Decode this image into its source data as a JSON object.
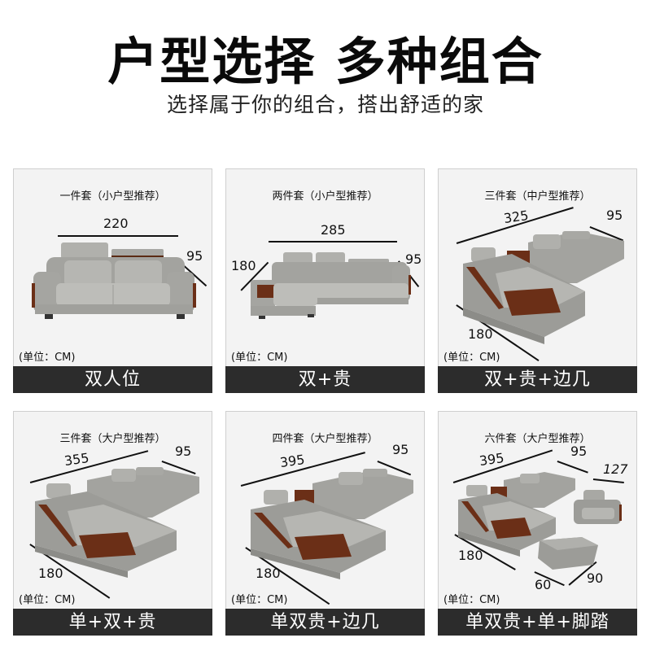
{
  "header": {
    "headline": "户型选择 多种组合",
    "subline": "选择属于你的组合，搭出舒适的家"
  },
  "colors": {
    "panel_bg": "#f3f3f3",
    "panel_border": "#cfcfcf",
    "footer_bg": "#2c2c2c",
    "leather": "#9a9a96",
    "leather_light": "#b8b8b4",
    "wood": "#6b2f17"
  },
  "panels": [
    {
      "title": "一件套（小户型推荐）",
      "dims": {
        "width": "220",
        "depth": "95"
      },
      "unit": "(单位：CM)",
      "combo": "双人位"
    },
    {
      "title": "两件套（小户型推荐）",
      "dims": {
        "width": "285",
        "chaise": "180",
        "depth": "95"
      },
      "unit": "(单位：CM)",
      "combo": "双+贵"
    },
    {
      "title": "三件套（中户型推荐）",
      "dims": {
        "width": "325",
        "depth": "95",
        "chaise": "180"
      },
      "unit": "(单位：CM)",
      "combo": "双+贵+边几"
    },
    {
      "title": "三件套（大户型推荐）",
      "dims": {
        "width": "355",
        "depth": "95",
        "chaise": "180"
      },
      "unit": "(单位：CM)",
      "combo": "单+双+贵"
    },
    {
      "title": "四件套（大户型推荐）",
      "dims": {
        "width": "395",
        "depth": "95",
        "chaise": "180"
      },
      "unit": "(单位：CM)",
      "combo": "单双贵+边几"
    },
    {
      "title": "六件套（大户型推荐）",
      "dims": {
        "width": "395",
        "depth": "95",
        "chaise": "180",
        "armchair": "127",
        "ottoman_w": "60",
        "ottoman_d": "90"
      },
      "unit": "(单位：CM)",
      "combo": "单双贵+单+脚踏"
    }
  ]
}
